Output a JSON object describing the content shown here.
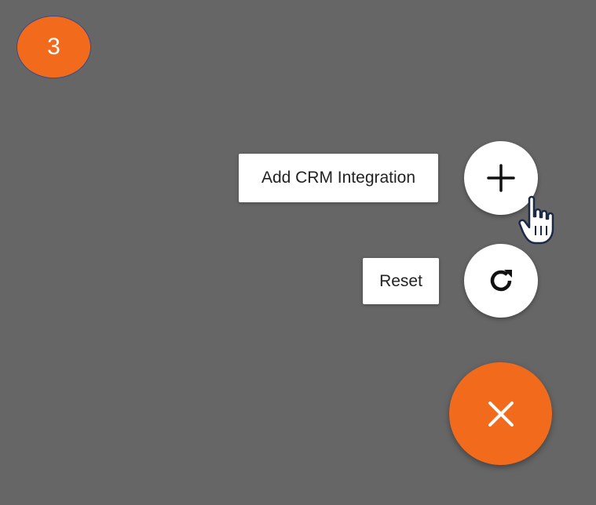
{
  "step_badge": {
    "number": "3"
  },
  "speed_dial": {
    "actions": [
      {
        "label": "Add CRM Integration",
        "icon": "plus-icon"
      },
      {
        "label": "Reset",
        "icon": "refresh-icon"
      }
    ],
    "main_button": {
      "icon": "close-icon"
    }
  },
  "colors": {
    "background": "#666666",
    "accent": "#F26B1D",
    "badge_border": "#3A4A8C",
    "surface": "#FFFFFF"
  },
  "cursor": {
    "icon": "hand-pointer-icon"
  }
}
